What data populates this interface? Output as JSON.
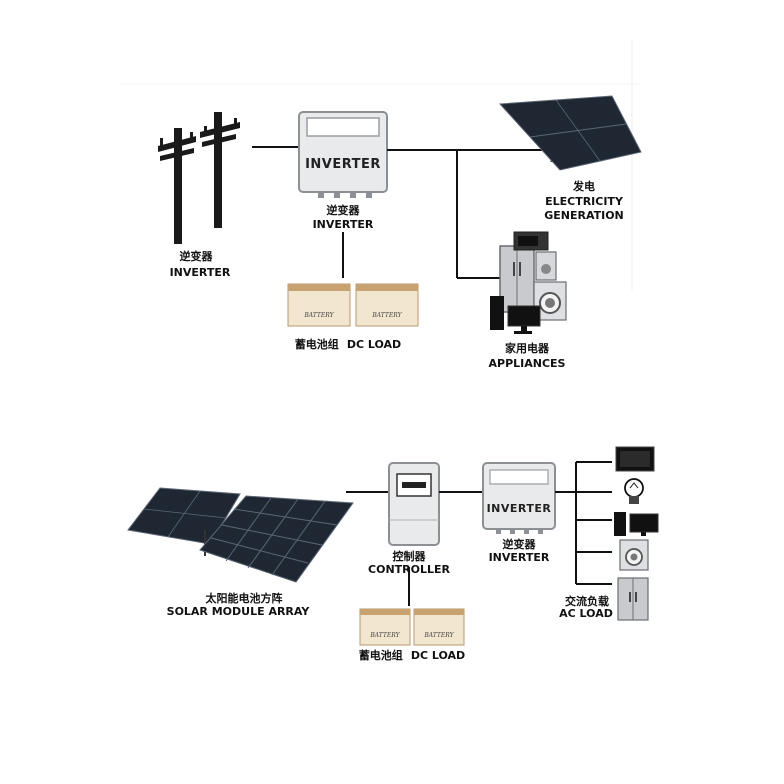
{
  "top_system": {
    "grid_label_cn": "逆变器",
    "grid_label_en": "INVERTER",
    "inverter_box_title": "INVERTER",
    "inverter_label_cn": "逆变器",
    "inverter_label_en": "INVERTER",
    "battery_text_1": "BATTERY",
    "battery_text_2": "BATTERY",
    "battery_label_cn": "蓄电池组",
    "battery_label_en": "DC LOAD",
    "panel_label_cn": "发电",
    "panel_label_en_1": "ELECTRICITY",
    "panel_label_en_2": "GENERATION",
    "appliances_label_cn": "家用电器",
    "appliances_label_en": "APPLIANCES"
  },
  "bottom_system": {
    "solar_label_cn": "太阳能电池方阵",
    "solar_label_en": "SOLAR MODULE ARRAY",
    "controller_label_cn": "控制器",
    "controller_label_en": "CONTROLLER",
    "inverter_box_title": "INVERTER",
    "inverter_label_cn": "逆变器",
    "inverter_label_en": "INVERTER",
    "battery_text_1": "BATTERY",
    "battery_text_2": "BATTERY",
    "battery_label_cn": "蓄电池组",
    "battery_label_en": "DC LOAD",
    "ac_load_label_cn": "交流负载",
    "ac_load_label_en": "AC LOAD"
  },
  "icons": [
    "utility-pole-icon",
    "inverter-icon",
    "battery-icon",
    "solar-panel-icon",
    "refrigerator-icon",
    "washing-machine-icon",
    "monitor-icon",
    "pc-tower-icon",
    "controller-icon",
    "tv-icon",
    "light-bulb-icon"
  ],
  "colors": {
    "box_fill": "#e9eaec",
    "box_stroke": "#8c8f94",
    "battery_fill": "#f2e6cf",
    "battery_top": "#c9a272",
    "panel_fill": "#1f2733",
    "panel_line": "#5b6677"
  }
}
